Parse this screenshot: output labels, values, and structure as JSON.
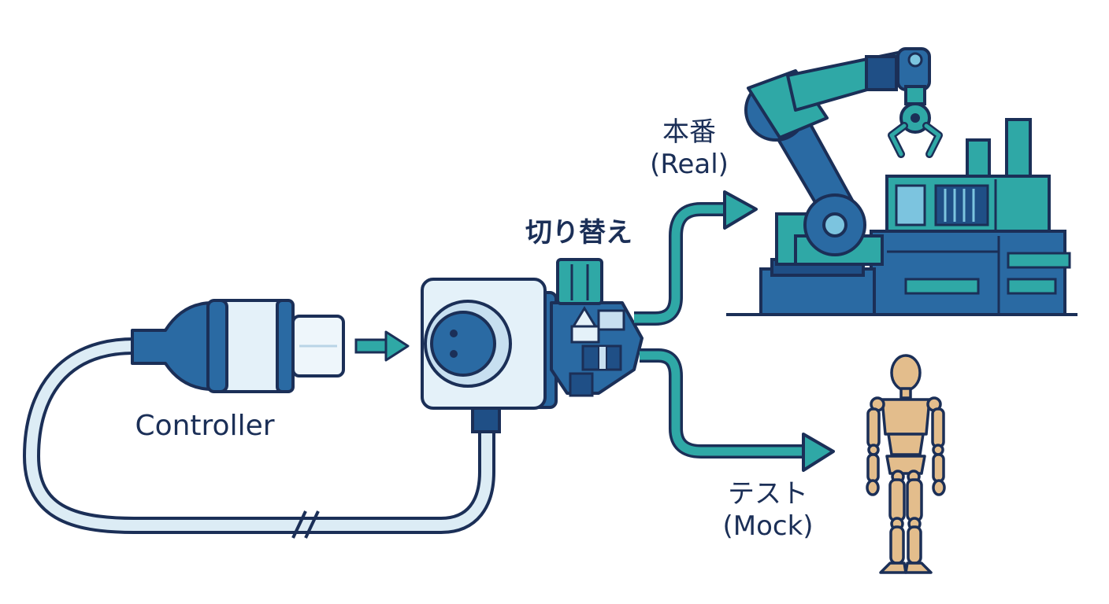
{
  "labels": {
    "controller": "Controller",
    "switch": "切り替え",
    "real_jp": "本番",
    "real_en": "(Real)",
    "mock_jp": "テスト",
    "mock_en": "(Mock)"
  },
  "icons": {
    "plug": "plug-icon",
    "adapter": "adapter-switch-icon",
    "factory": "robot-arm-factory-icon",
    "mannequin": "wooden-mannequin-icon"
  },
  "colors": {
    "outline": "#1b2f57",
    "teal": "#2fa8a6",
    "blue": "#2a6aa3",
    "navy": "#1f4f86",
    "light_blue": "#d6e9f4",
    "wood": "#e3bd8c",
    "cable": "#dcecf5"
  }
}
